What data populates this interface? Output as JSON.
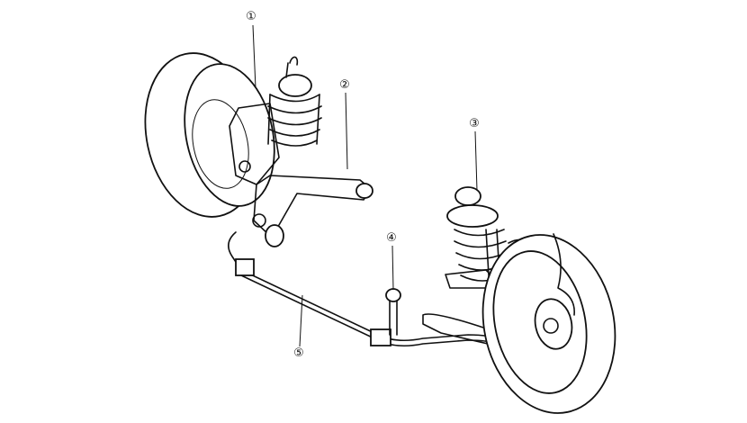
{
  "diagram": {
    "callouts": [
      {
        "label": "①",
        "part": "1"
      },
      {
        "label": "②",
        "part": "2"
      },
      {
        "label": "③",
        "part": "3"
      },
      {
        "label": "④",
        "part": "4"
      },
      {
        "label": "⑤",
        "part": "5"
      }
    ]
  }
}
